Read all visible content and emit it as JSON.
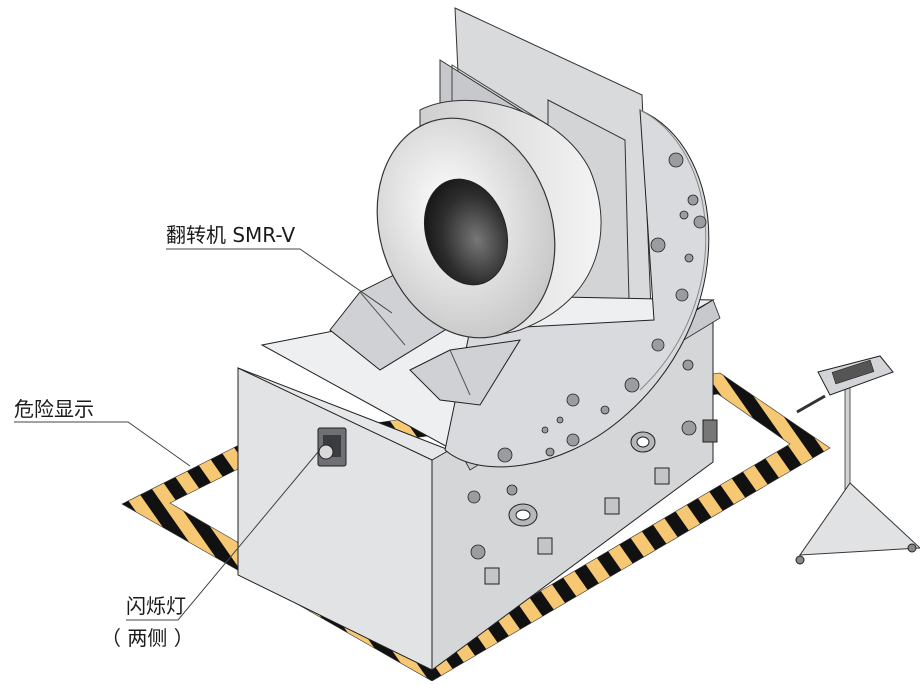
{
  "labels": {
    "machine": "翻转机 SMR-V",
    "danger_zone": "危险显示",
    "flash_lamp": "闪烁灯",
    "flash_lamp_sides": "（ 两侧 ）"
  },
  "colors": {
    "hazard_yellow": "#f7c873",
    "hazard_black": "#111111",
    "machine_face": "#e2e3e5",
    "machine_top": "#eeeff0",
    "machine_dark": "#bcbec1",
    "coil_outer": "#e8e8e8",
    "coil_hole": "#2a2a2a"
  },
  "icons": {
    "lamp": "flash-lamp-icon",
    "pendant": "control-pendant-icon"
  }
}
